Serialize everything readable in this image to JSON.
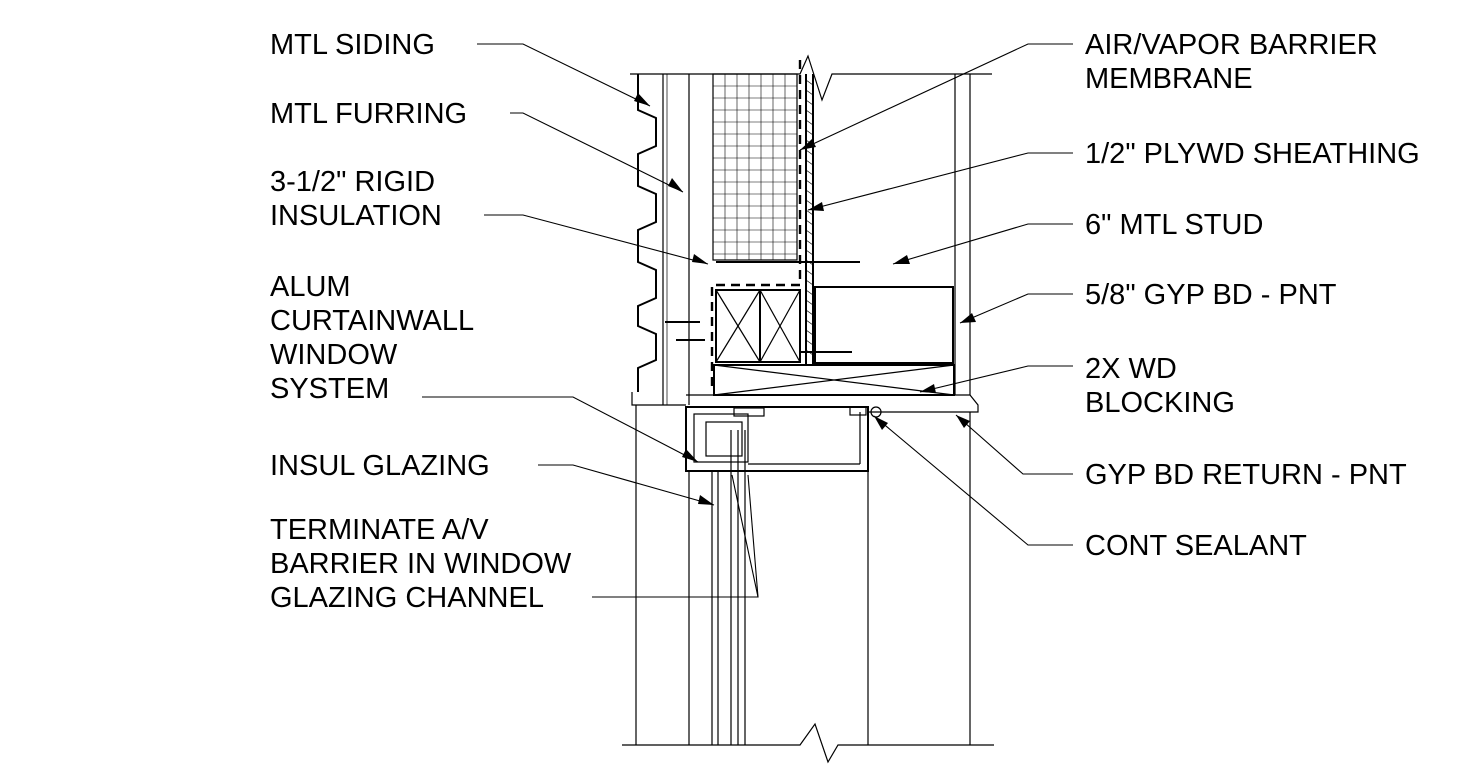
{
  "labels_left": [
    {
      "id": "mtl-siding",
      "lines": [
        "MTL SIDING"
      ]
    },
    {
      "id": "mtl-furring",
      "lines": [
        "MTL FURRING"
      ]
    },
    {
      "id": "rigid-insulation",
      "lines": [
        "3-1/2\" RIGID",
        "INSULATION"
      ]
    },
    {
      "id": "curtainwall",
      "lines": [
        "ALUM",
        "CURTAINWALL",
        "WINDOW",
        "SYSTEM"
      ]
    },
    {
      "id": "insul-glazing",
      "lines": [
        "INSUL GLAZING"
      ]
    },
    {
      "id": "terminate-av",
      "lines": [
        "TERMINATE A/V",
        "BARRIER IN WINDOW",
        "GLAZING CHANNEL"
      ]
    }
  ],
  "labels_right": [
    {
      "id": "air-vapor-barrier",
      "lines": [
        "AIR/VAPOR BARRIER",
        "MEMBRANE"
      ]
    },
    {
      "id": "plywd-sheathing",
      "lines": [
        "1/2\" PLYWD SHEATHING"
      ]
    },
    {
      "id": "mtl-stud",
      "lines": [
        "6\" MTL STUD"
      ]
    },
    {
      "id": "gyp-bd-pnt",
      "lines": [
        "5/8\" GYP BD - PNT"
      ]
    },
    {
      "id": "wd-blocking",
      "lines": [
        "2X WD",
        "BLOCKING"
      ]
    },
    {
      "id": "gyp-bd-return",
      "lines": [
        "GYP BD RETURN - PNT"
      ]
    },
    {
      "id": "cont-sealant",
      "lines": [
        "CONT SEALANT"
      ]
    }
  ]
}
